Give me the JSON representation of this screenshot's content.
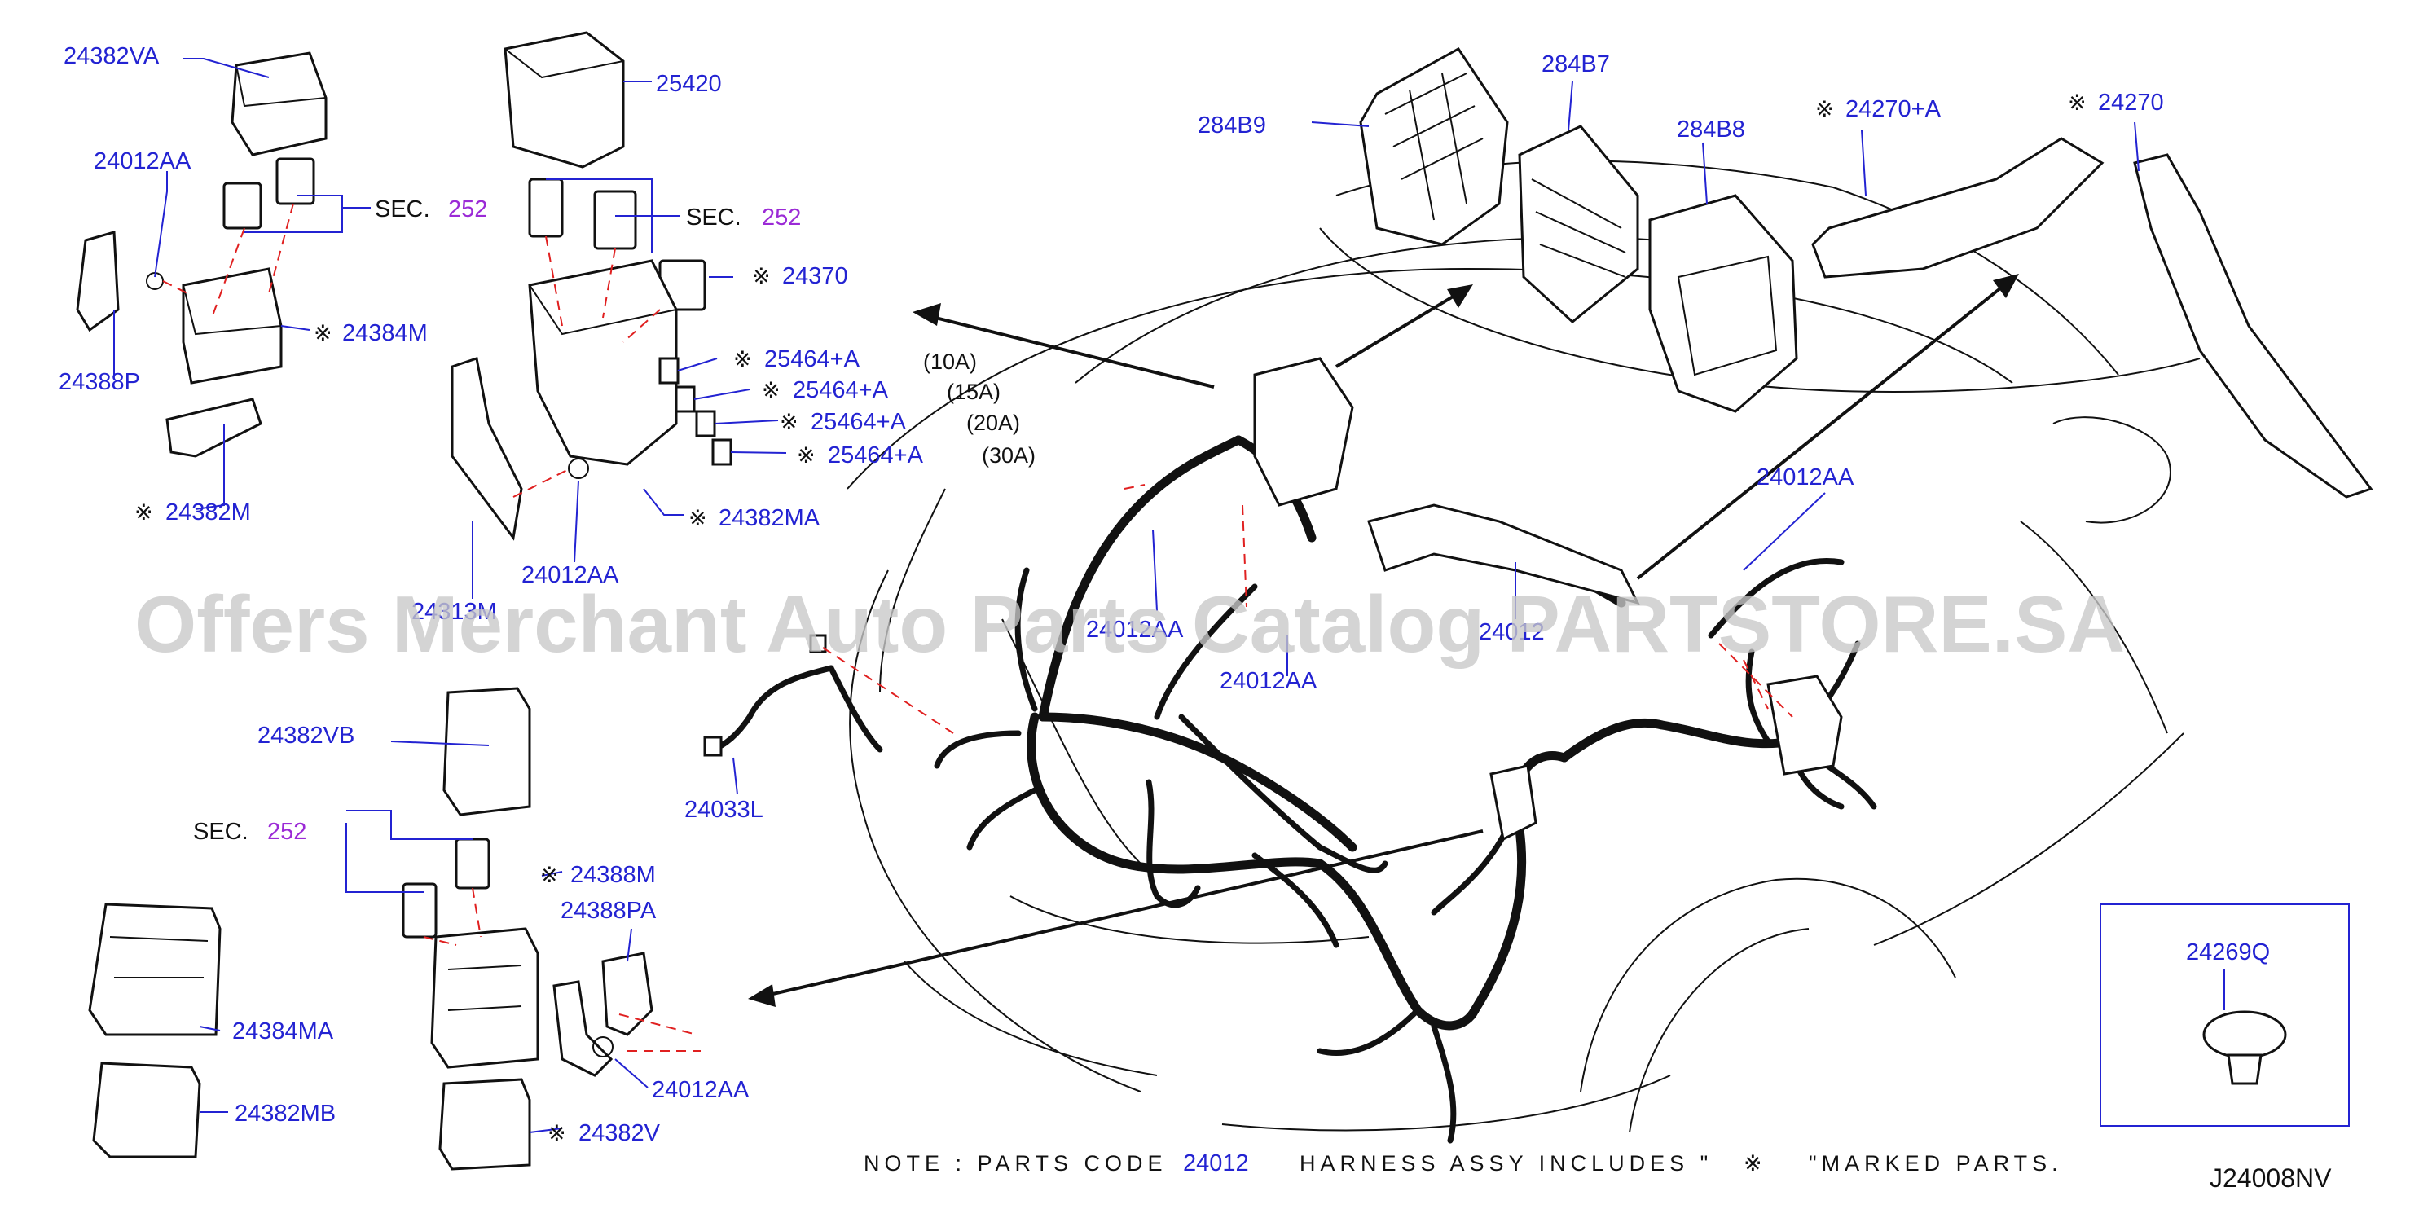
{
  "labels": {
    "l_24382VA": "24382VA",
    "l_24012AA_1": "24012AA",
    "l_24388P": "24388P",
    "l_24384M": "24384M",
    "l_24382M": "24382M",
    "l_25420": "25420",
    "l_24370": "24370",
    "l_25464A_1": "25464+A",
    "l_25464A_2": "25464+A",
    "l_25464A_3": "25464+A",
    "l_25464A_4": "25464+A",
    "l_24382MA": "24382MA",
    "l_24012AA_2": "24012AA",
    "l_24313M": "24313M",
    "l_284B9": "284B9",
    "l_284B7": "284B7",
    "l_284B8": "284B8",
    "l_24270A": "24270+A",
    "l_24270": "24270",
    "l_24012AA_3": "24012AA",
    "l_24012_main": "24012",
    "l_24012AA_4": "24012AA",
    "l_24012AA_5": "24012AA",
    "l_24033L": "24033L",
    "l_24382VB": "24382VB",
    "l_24388M": "24388M",
    "l_24388PA": "24388PA",
    "l_24384MA": "24384MA",
    "l_24382MB": "24382MB",
    "l_24012AA_6": "24012AA",
    "l_24382V": "24382V",
    "l_24269Q": "24269Q"
  },
  "sec_refs": {
    "sec_text": "SEC.",
    "sec_num": "252"
  },
  "amps": {
    "a10": "(10A)",
    "a15": "(15A)",
    "a20": "(20A)",
    "a30": "(30A)"
  },
  "mark_symbol": "※",
  "note": {
    "prefix": "NOTE : PARTS CODE",
    "code": "24012",
    "mid": "HARNESS ASSY   INCLUDES \"",
    "suffix": "\"MARKED PARTS."
  },
  "diagram_code": "J24008NV",
  "watermark": "Offers Merchant Auto Parts Catalog PARTSTORE.SA",
  "colors": {
    "label": "#2323d2",
    "section_ref": "#9b2ad6",
    "leader_dashed": "#e02020",
    "line": "#111111"
  }
}
